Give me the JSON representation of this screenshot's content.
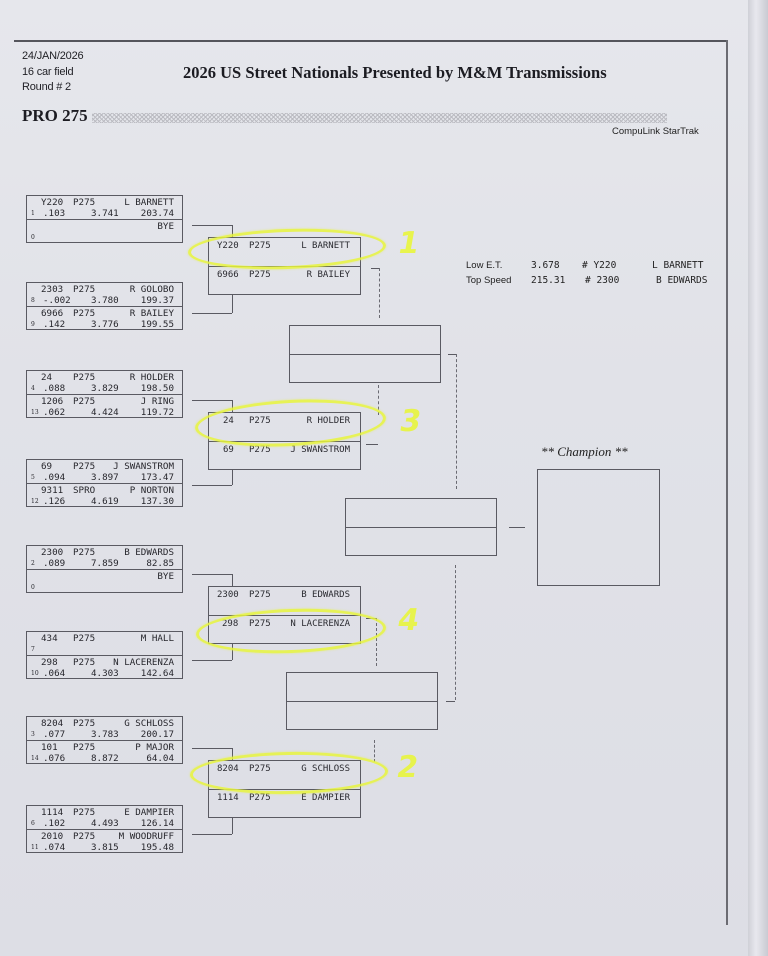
{
  "header": {
    "date": "24/JAN/2026",
    "field": "16 car field",
    "round": "Round # 2",
    "title": "2026 US Street Nationals Presented by M&M Transmissions",
    "class_name": "PRO 275",
    "software": "CompuLink StarTrak"
  },
  "stats": {
    "low_et_label": "Low  E.T.",
    "low_et_value": "3.678",
    "low_et_car": "# Y220",
    "low_et_driver": "L BARNETT",
    "top_speed_label": "Top Speed",
    "top_speed_value": "215.31",
    "top_speed_car": "# 2300",
    "top_speed_driver": "B EDWARDS"
  },
  "champion_label": "** Champion **",
  "round1": [
    {
      "a": {
        "num": "Y220",
        "cls": "P275",
        "name": "L BARNETT",
        "seed": "1",
        "rt": ".103",
        "et": "3.741",
        "mph": "203.74"
      },
      "b": {
        "num": "",
        "cls": "",
        "name": "BYE",
        "seed": "0",
        "rt": "",
        "et": "",
        "mph": ""
      }
    },
    {
      "a": {
        "num": "2303",
        "cls": "P275",
        "name": "R GOLOBO",
        "seed": "8",
        "rt": "-.002",
        "et": "3.780",
        "mph": "199.37"
      },
      "b": {
        "num": "6966",
        "cls": "P275",
        "name": "R BAILEY",
        "seed": "9",
        "rt": ".142",
        "et": "3.776",
        "mph": "199.55"
      }
    },
    {
      "a": {
        "num": "24",
        "cls": "P275",
        "name": "R HOLDER",
        "seed": "4",
        "rt": ".088",
        "et": "3.829",
        "mph": "198.50"
      },
      "b": {
        "num": "1206",
        "cls": "P275",
        "name": "J RING",
        "seed": "13",
        "rt": ".062",
        "et": "4.424",
        "mph": "119.72"
      }
    },
    {
      "a": {
        "num": "69",
        "cls": "P275",
        "name": "J SWANSTROM",
        "seed": "5",
        "rt": ".094",
        "et": "3.897",
        "mph": "173.47"
      },
      "b": {
        "num": "9311",
        "cls": "SPRO",
        "name": "P NORTON",
        "seed": "12",
        "rt": ".126",
        "et": "4.619",
        "mph": "137.30"
      }
    },
    {
      "a": {
        "num": "2300",
        "cls": "P275",
        "name": "B EDWARDS",
        "seed": "2",
        "rt": ".089",
        "et": "7.859",
        "mph": "82.85"
      },
      "b": {
        "num": "",
        "cls": "",
        "name": "BYE",
        "seed": "0",
        "rt": "",
        "et": "",
        "mph": ""
      }
    },
    {
      "a": {
        "num": "434",
        "cls": "P275",
        "name": "M HALL",
        "seed": "7",
        "rt": "",
        "et": "",
        "mph": ""
      },
      "b": {
        "num": "298",
        "cls": "P275",
        "name": "N LACERENZA",
        "seed": "10",
        "rt": ".064",
        "et": "4.303",
        "mph": "142.64"
      }
    },
    {
      "a": {
        "num": "8204",
        "cls": "P275",
        "name": "G SCHLOSS",
        "seed": "3",
        "rt": ".077",
        "et": "3.783",
        "mph": "200.17"
      },
      "b": {
        "num": "101",
        "cls": "P275",
        "name": "P MAJOR",
        "seed": "14",
        "rt": ".076",
        "et": "8.872",
        "mph": "64.04"
      }
    },
    {
      "a": {
        "num": "1114",
        "cls": "P275",
        "name": "E DAMPIER",
        "seed": "6",
        "rt": ".102",
        "et": "4.493",
        "mph": "126.14"
      },
      "b": {
        "num": "2010",
        "cls": "P275",
        "name": "M WOODRUFF",
        "seed": "11",
        "rt": ".074",
        "et": "3.815",
        "mph": "195.48"
      }
    }
  ],
  "round2": [
    {
      "a": {
        "num": "Y220",
        "cls": "P275",
        "name": "L BARNETT"
      },
      "b": {
        "num": "6966",
        "cls": "P275",
        "name": "R BAILEY"
      }
    },
    {
      "a": {
        "num": "24",
        "cls": "P275",
        "name": "R HOLDER"
      },
      "b": {
        "num": "69",
        "cls": "P275",
        "name": "J SWANSTROM"
      }
    },
    {
      "a": {
        "num": "2300",
        "cls": "P275",
        "name": "B EDWARDS"
      },
      "b": {
        "num": "298",
        "cls": "P275",
        "name": "N LACERENZA"
      }
    },
    {
      "a": {
        "num": "8204",
        "cls": "P275",
        "name": "G SCHLOSS"
      },
      "b": {
        "num": "1114",
        "cls": "P275",
        "name": "E DAMPIER"
      }
    }
  ],
  "annotations": {
    "pick1": "1",
    "pick2": "2",
    "pick3": "3",
    "pick4": "4",
    "highlight_color": "#e8f53c"
  }
}
